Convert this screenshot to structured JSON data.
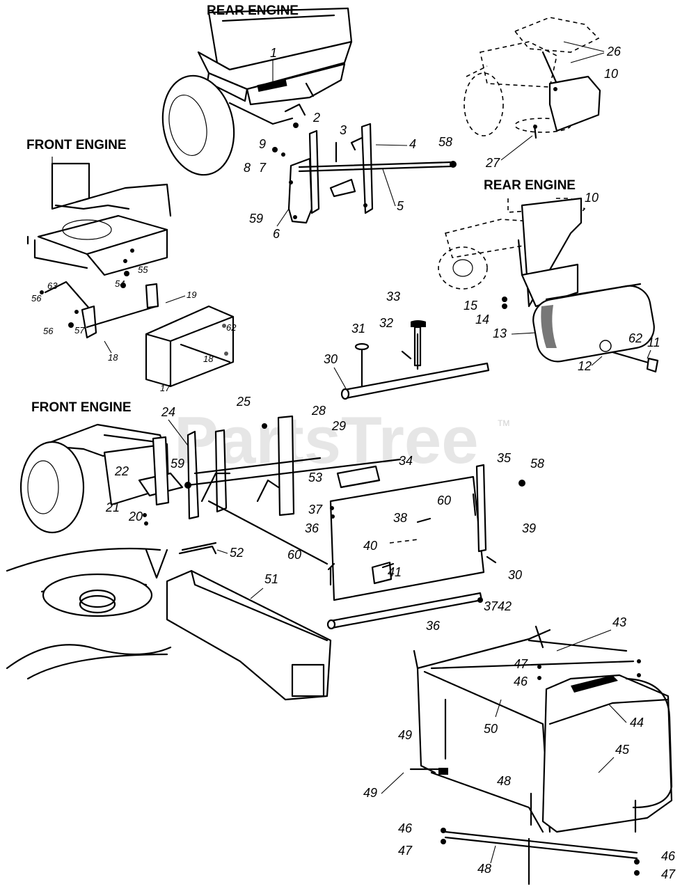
{
  "watermark": {
    "text": "PartsTree",
    "tm": "TM"
  },
  "headings": {
    "rear_engine_top": "REAR ENGINE",
    "front_engine_upper": "FRONT ENGINE",
    "rear_engine_right": "REAR ENGINE",
    "front_engine_lower": "FRONT ENGINE"
  },
  "callouts": {
    "c1": "1",
    "c2": "2",
    "c3": "3",
    "c4": "4",
    "c5": "5",
    "c6": "6",
    "c7": "7",
    "c8": "8",
    "c9": "9",
    "c58a": "58",
    "c59a": "59",
    "c26": "26",
    "c10a": "10",
    "c27": "27",
    "c10b": "10",
    "c15": "15",
    "c14": "14",
    "c13": "13",
    "c62b": "62",
    "c11": "11",
    "c12": "12",
    "c55": "55",
    "c54": "54",
    "c56a": "56",
    "c63": "63",
    "c56b": "56",
    "c57": "57",
    "c19": "19",
    "c62a": "62",
    "c18a": "18",
    "c18b": "18",
    "c17": "17",
    "c33": "33",
    "c31": "31",
    "c32": "32",
    "c30a": "30",
    "c24": "24",
    "c25": "25",
    "c28": "28",
    "c29": "29",
    "c22": "22",
    "c59b": "59",
    "c21": "21",
    "c20": "20",
    "c53": "53",
    "c34": "34",
    "c35": "35",
    "c58b": "58",
    "c60a": "60",
    "c37a": "37",
    "c36a": "36",
    "c38": "38",
    "c39": "39",
    "c40": "40",
    "c41": "41",
    "c60b": "60",
    "c52": "52",
    "c51": "51",
    "c30b": "30",
    "c3742": "3742",
    "c36b": "36",
    "c43": "43",
    "c47a": "47",
    "c46a": "46",
    "c44": "44",
    "c50": "50",
    "c45": "45",
    "c49a": "49",
    "c49b": "49",
    "c48a": "48",
    "c46b": "46",
    "c47b": "47",
    "c48b": "48",
    "c46c": "46",
    "c47c": "47"
  }
}
